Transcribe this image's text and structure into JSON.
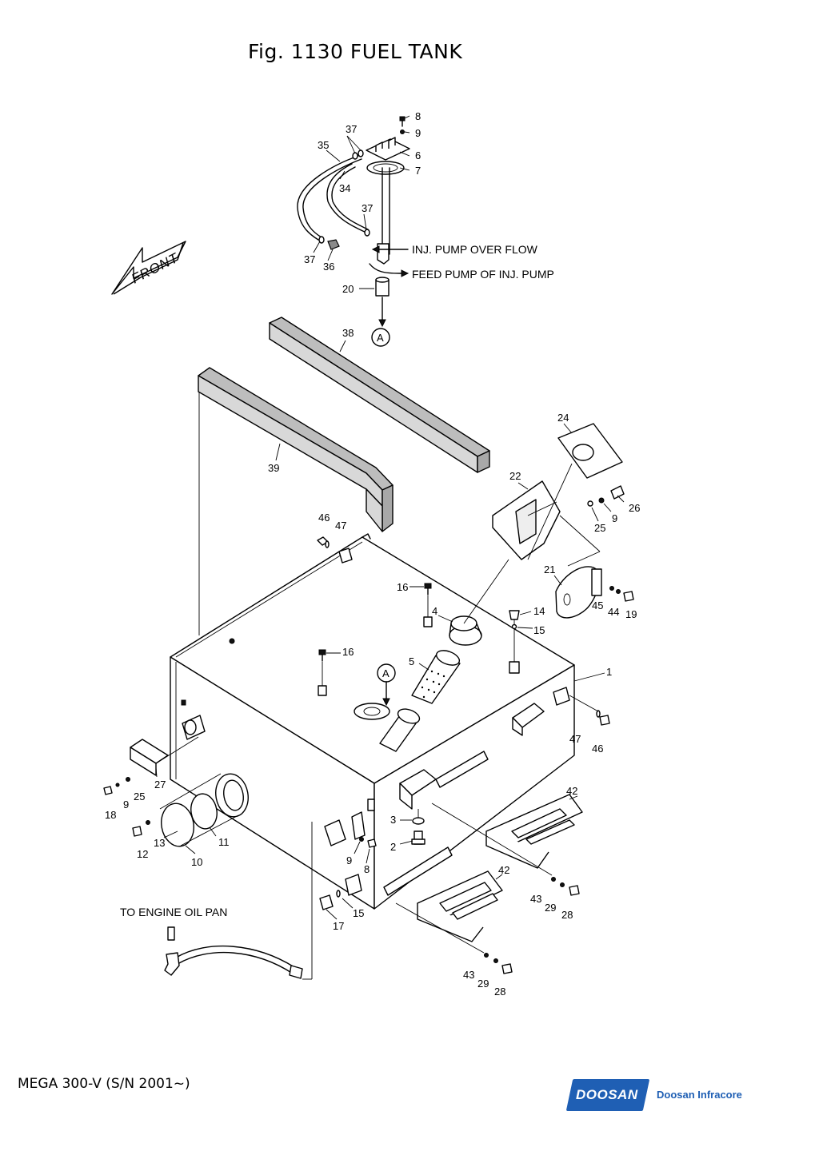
{
  "title": "Fig. 1130 FUEL TANK",
  "front_label": "FRONT",
  "notes": {
    "overflow": "INJ. PUMP OVER FLOW",
    "feed": "FEED PUMP OF INJ. PUMP",
    "oil_pan": "TO ENGINE OIL PAN",
    "detail_ref": "A"
  },
  "callouts": [
    {
      "id": "c8a",
      "text": "8"
    },
    {
      "id": "c9a",
      "text": "9"
    },
    {
      "id": "c37a",
      "text": "37"
    },
    {
      "id": "c35",
      "text": "35"
    },
    {
      "id": "c6",
      "text": "6"
    },
    {
      "id": "c7",
      "text": "7"
    },
    {
      "id": "c34",
      "text": "34"
    },
    {
      "id": "c37b",
      "text": "37"
    },
    {
      "id": "c37c",
      "text": "37"
    },
    {
      "id": "c36",
      "text": "36"
    },
    {
      "id": "c20",
      "text": "20"
    },
    {
      "id": "c38",
      "text": "38"
    },
    {
      "id": "c24",
      "text": "24"
    },
    {
      "id": "c39",
      "text": "39"
    },
    {
      "id": "c22",
      "text": "22"
    },
    {
      "id": "c26",
      "text": "26"
    },
    {
      "id": "c9b",
      "text": "9"
    },
    {
      "id": "c25a",
      "text": "25"
    },
    {
      "id": "c46a",
      "text": "46"
    },
    {
      "id": "c47a",
      "text": "47"
    },
    {
      "id": "c21",
      "text": "21"
    },
    {
      "id": "c45",
      "text": "45"
    },
    {
      "id": "c44",
      "text": "44"
    },
    {
      "id": "c19",
      "text": "19"
    },
    {
      "id": "c16a",
      "text": "16"
    },
    {
      "id": "c4",
      "text": "4"
    },
    {
      "id": "c14",
      "text": "14"
    },
    {
      "id": "c15a",
      "text": "15"
    },
    {
      "id": "c16b",
      "text": "16"
    },
    {
      "id": "c5",
      "text": "5"
    },
    {
      "id": "c1",
      "text": "1"
    },
    {
      "id": "c47b",
      "text": "47"
    },
    {
      "id": "c46b",
      "text": "46"
    },
    {
      "id": "c27",
      "text": "27"
    },
    {
      "id": "c18",
      "text": "18"
    },
    {
      "id": "c9c",
      "text": "9"
    },
    {
      "id": "c25b",
      "text": "25"
    },
    {
      "id": "c42a",
      "text": "42"
    },
    {
      "id": "c3",
      "text": "3"
    },
    {
      "id": "c12",
      "text": "12"
    },
    {
      "id": "c13",
      "text": "13"
    },
    {
      "id": "c11",
      "text": "11"
    },
    {
      "id": "c10",
      "text": "10"
    },
    {
      "id": "c2",
      "text": "2"
    },
    {
      "id": "c9d",
      "text": "9"
    },
    {
      "id": "c8b",
      "text": "8"
    },
    {
      "id": "c42b",
      "text": "42"
    },
    {
      "id": "c43a",
      "text": "43"
    },
    {
      "id": "c29a",
      "text": "29"
    },
    {
      "id": "c28a",
      "text": "28"
    },
    {
      "id": "c15b",
      "text": "15"
    },
    {
      "id": "c17",
      "text": "17"
    },
    {
      "id": "c43b",
      "text": "43"
    },
    {
      "id": "c29b",
      "text": "29"
    },
    {
      "id": "c28b",
      "text": "28"
    }
  ],
  "footer": {
    "model": "MEGA 300-V (S/N 2001~)",
    "brand_mark": "DOOSAN",
    "company": "Doosan Infracore"
  }
}
